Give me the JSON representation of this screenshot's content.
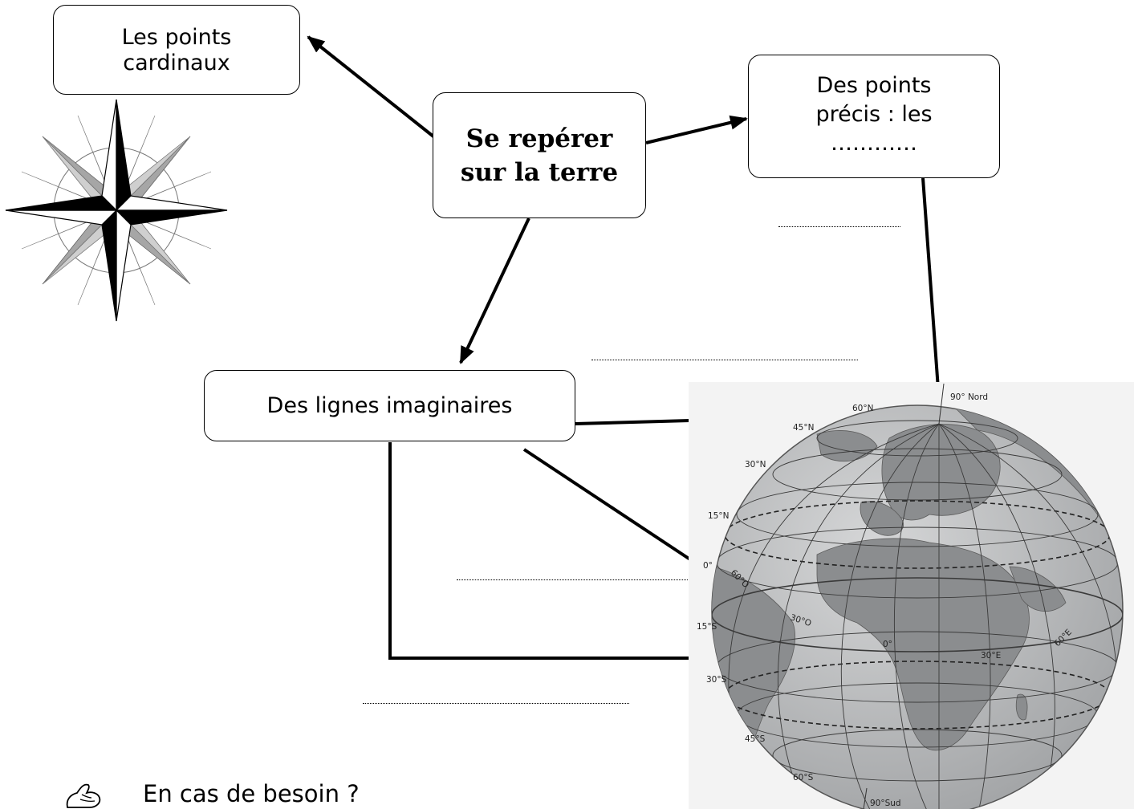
{
  "boxes": {
    "cardinal": "Les points\ncardinaux",
    "center": "Se repérer\nsur la terre",
    "points": "Des points\nprécis : les\n…………",
    "lines": "Des lignes imaginaires"
  },
  "globe_labels": {
    "north_pole": "90° Nord",
    "south_pole": "90°Sud",
    "lat_60n": "60°N",
    "lat_45n": "45°N",
    "lat_30n": "30°N",
    "lat_15n": "15°N",
    "lat_15s": "15°S",
    "lat_30s": "30°S",
    "lat_45s": "45°S",
    "lat_60s": "60°S",
    "lon_60o": "60°O",
    "lon_30o": "30°O",
    "lon_0": "0°",
    "lon_30e": "30°E",
    "lon_60e": "60°E",
    "lat_0": "0°"
  },
  "footer": {
    "text": "En cas de besoin ?",
    "icon": "thinking-hand-icon"
  },
  "colors": {
    "ocean": "#b9bbbd",
    "land": "#8a8c8e",
    "grid": "#3a3a3a"
  }
}
